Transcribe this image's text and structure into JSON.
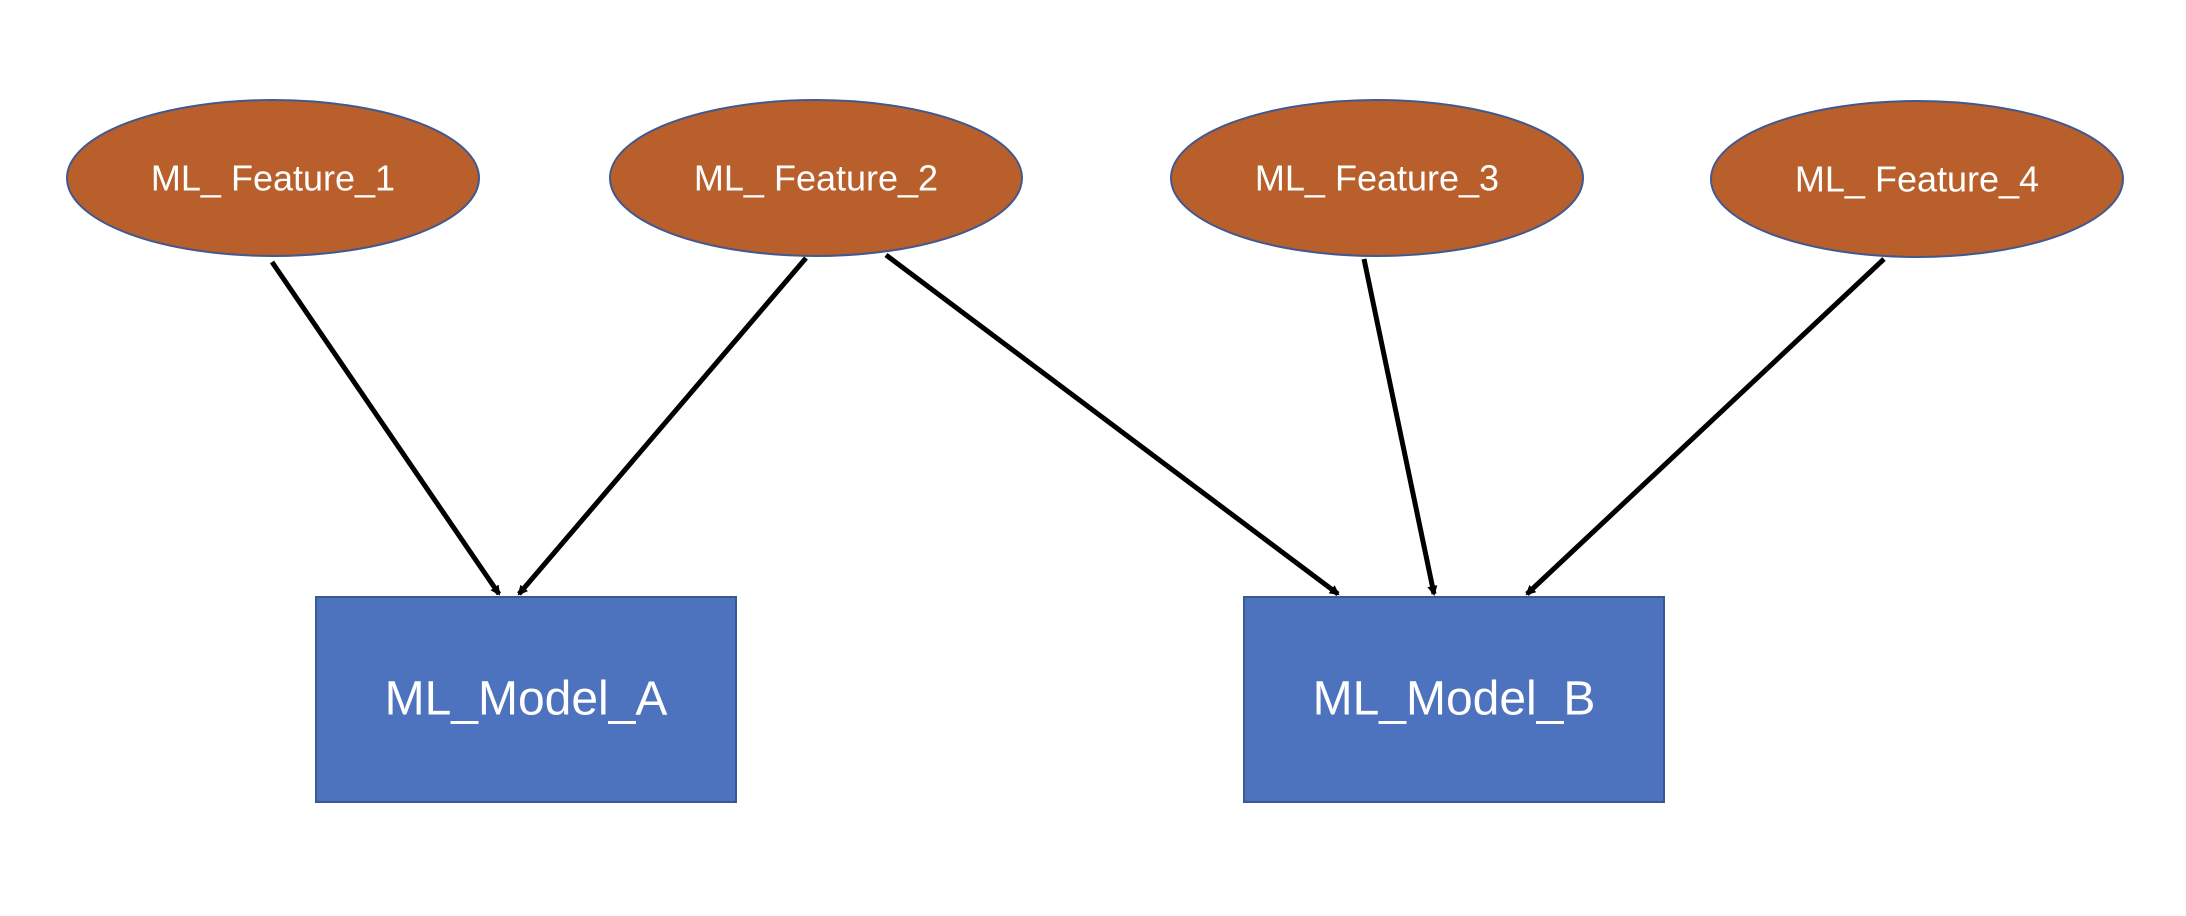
{
  "colors": {
    "feature_fill": "#B85F2B",
    "feature_stroke": "#41598F",
    "model_fill": "#4E73BE",
    "model_stroke": "#3A5894",
    "edge": "#000000",
    "text": "#FFFFFF",
    "background": "#FFFFFF"
  },
  "features": [
    {
      "id": "f1",
      "label": "ML_ Feature_1"
    },
    {
      "id": "f2",
      "label": "ML_ Feature_2"
    },
    {
      "id": "f3",
      "label": "ML_ Feature_3"
    },
    {
      "id": "f4",
      "label": "ML_ Feature_4"
    }
  ],
  "models": [
    {
      "id": "mA",
      "label": "ML_Model_A"
    },
    {
      "id": "mB",
      "label": "ML_Model_B"
    }
  ],
  "edges": [
    {
      "from": "f1",
      "to": "mA"
    },
    {
      "from": "f2",
      "to": "mA"
    },
    {
      "from": "f2",
      "to": "mB"
    },
    {
      "from": "f3",
      "to": "mB"
    },
    {
      "from": "f4",
      "to": "mB"
    }
  ]
}
